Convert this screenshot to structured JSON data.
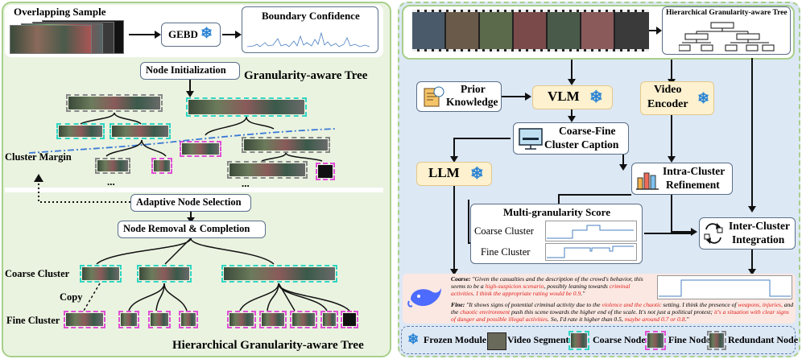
{
  "left": {
    "overlapping_sample": "Overlapping Sample",
    "gebd": "GEBD",
    "boundary_confidence": "Boundary Confidence",
    "node_initialization": "Node Initialization",
    "granularity_tree": "Granularity-aware Tree",
    "cluster_margin": "Cluster Margin",
    "ellipsis1": "...",
    "ellipsis2": "...",
    "adaptive_node_selection": "Adaptive Node Selection",
    "node_removal": "Node Removal & Completion",
    "coarse_cluster": "Coarse Cluster",
    "copy": "Copy",
    "fine_cluster": "Fine Cluster",
    "hierarchical_tree": "Hierarchical Granularity-aware Tree"
  },
  "right": {
    "hier_tree_small": "Hierarchical Granularity-aware Tree",
    "prior_knowledge_1": "Prior",
    "prior_knowledge_2": "Knowledge",
    "vlm": "VLM",
    "video_encoder_1": "Video",
    "video_encoder_2": "Encoder",
    "coarse_fine_1": "Coarse-Fine",
    "coarse_fine_2": "Cluster Caption",
    "llm": "LLM",
    "intra_1": "Intra-Cluster",
    "intra_2": "Refinement",
    "multi_score": "Multi-granularity Score",
    "coarse_cluster": "Coarse Cluster",
    "fine_cluster": "Fine Cluster",
    "inter_1": "Inter-Cluster",
    "inter_2": "Integration"
  },
  "output_text": {
    "coarse_label": "Coarse:",
    "coarse_a": " \"Given the casualties and the description of the crowd's behavior, this seems to be a ",
    "coarse_b": "high-suspicion scenario",
    "coarse_c": ", possibly leaning towards ",
    "coarse_d": "criminal activities",
    "coarse_e": ". ",
    "coarse_f": "I think the appropriate rating would be 0.9",
    "coarse_g": ".\"",
    "fine_label": "Fine:",
    "fine_a": " \"It shows signs of potential criminal activity due to the ",
    "fine_b": "violence and the chaotic",
    "fine_c": " setting. I think the presence of ",
    "fine_d": "weapons, injuries,",
    "fine_e": " and the ",
    "fine_f": "chaotic environment",
    "fine_g": " push this scene towards the higher end of the scale. It's not just a political protest; ",
    "fine_h": "it's a situation with clear signs of danger and possible illegal activities",
    "fine_i": ". So, I'd rate it higher than 0.5, ",
    "fine_j": "maybe around 0.7 or 0.8",
    "fine_k": ".\""
  },
  "legend": {
    "frozen": "Frozen Module",
    "video_segment": "Video Segment",
    "coarse_node": "Coarse Node",
    "fine_node": "Fine Node",
    "redundant_node": "Redundant Node"
  },
  "colors": {
    "coarse_node": "#2fd6c2",
    "fine_node": "#e04fd6",
    "redundant_node": "#888888",
    "highlight_red": "#e0201e",
    "frozen_blue": "#2b84d4"
  },
  "icons": [
    "snowflake-icon",
    "lightbulb-document-icon",
    "caption-screen-icon",
    "bar-chart-icon",
    "integration-icon",
    "whale-logo-icon"
  ]
}
